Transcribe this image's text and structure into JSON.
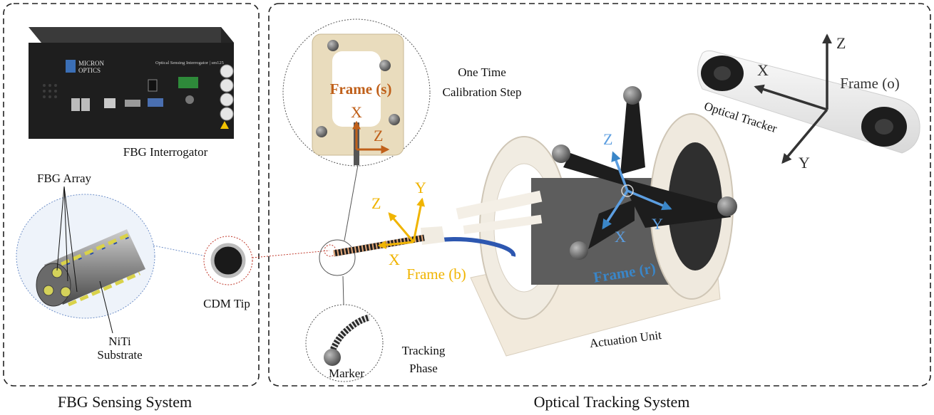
{
  "panels": {
    "fbg": {
      "caption": "FBG Sensing System"
    },
    "optical": {
      "caption": "Optical Tracking System"
    }
  },
  "labels": {
    "interrogator": "FBG Interrogator",
    "fbg_array": "FBG Array",
    "niti_line1": "NiTi",
    "niti_line2": "Substrate",
    "cdm_tip": "CDM Tip",
    "calibration_line1": "One Time",
    "calibration_line2": "Calibration Step",
    "tracking_line1": "Tracking",
    "tracking_line2": "Phase",
    "marker": "Marker",
    "actuation_unit": "Actuation Unit",
    "optical_tracker": "Optical Tracker",
    "device_brand_line1": "MICRON",
    "device_brand_line2": "OPTICS",
    "device_model": "Optical Sensing Interrogator | sm125"
  },
  "frames": {
    "s": {
      "name": "Frame (s)",
      "axis1": "X",
      "axis2": "Z",
      "color": "#C0601A"
    },
    "b": {
      "name": "Frame (b)",
      "axis1": "Z",
      "axis2": "Y",
      "axis3": "X",
      "color": "#F0B400"
    },
    "r": {
      "name": "Frame (r)",
      "axis1": "Z",
      "axis2": "X",
      "axis3": "Y",
      "color": "#3A86C8"
    },
    "o": {
      "name": "Frame (o)",
      "axis1": "Z",
      "axis2": "X",
      "axis3": "Y",
      "color": "#333333"
    }
  }
}
